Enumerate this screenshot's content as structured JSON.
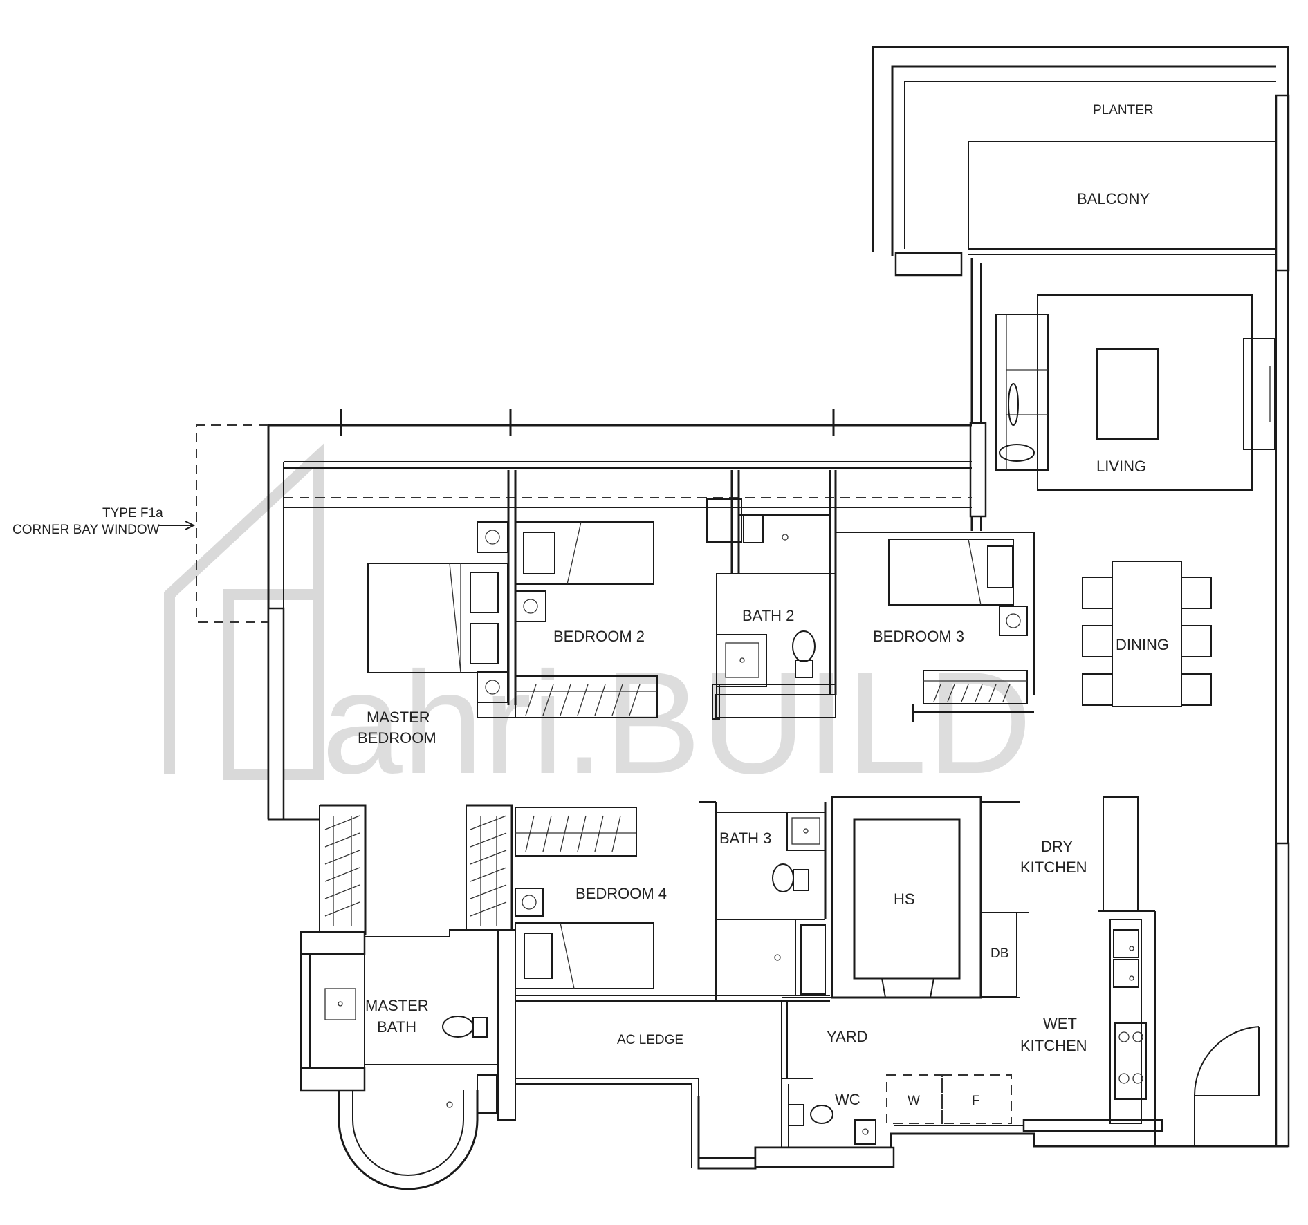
{
  "rooms": {
    "planter": "PLANTER",
    "balcony": "BALCONY",
    "living": "LIVING",
    "dining": "DINING",
    "bedroom_2": "BEDROOM 2",
    "bedroom_3": "BEDROOM 3",
    "bedroom_4": "BEDROOM 4",
    "bath_2": "BATH 2",
    "bath_3": "BATH 3",
    "master_bedroom": [
      "MASTER",
      "BEDROOM"
    ],
    "master_bath": [
      "MASTER",
      "BATH"
    ],
    "dry_kitchen": [
      "DRY",
      "KITCHEN"
    ],
    "wet_kitchen": [
      "WET",
      "KITCHEN"
    ],
    "hs": "HS",
    "db": "DB",
    "yard": "YARD",
    "wc": "WC",
    "w": "W",
    "f": "F",
    "ac_ledge": "AC LEDGE"
  },
  "annotation": {
    "line1": "TYPE F1a",
    "line2": "CORNER BAY WINDOW"
  },
  "watermark": {
    "text": "ahri.BUILD"
  }
}
